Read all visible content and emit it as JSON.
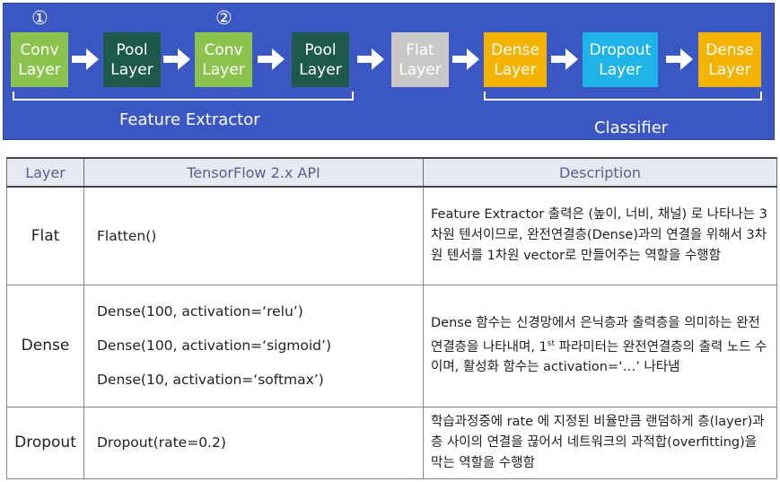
{
  "diagram": {
    "steps": [
      {
        "line1": "Conv",
        "line2": "Layer",
        "color": "#8cc34f"
      },
      {
        "line1": "Pool",
        "line2": "Layer",
        "color": "#1e5a4a"
      },
      {
        "line1": "Conv",
        "line2": "Layer",
        "color": "#8cc34f"
      },
      {
        "line1": "Pool",
        "line2": "Layer",
        "color": "#1e5a4a"
      },
      {
        "line1": "Flat",
        "line2": "Layer",
        "color": "#c8c8c8"
      },
      {
        "line1": "Dense",
        "line2": "Layer",
        "color": "#f5b301"
      },
      {
        "line1": "Dropout",
        "line2": "Layer",
        "color": "#1fb3e8"
      },
      {
        "line1": "Dense",
        "line2": "Layer",
        "color": "#f5b301"
      }
    ],
    "marker_1": "①",
    "marker_2": "②",
    "feature_extractor_label": "Feature Extractor",
    "classifier_label": "Classifier"
  },
  "table": {
    "headers": {
      "layer": "Layer",
      "api": "TensorFlow 2.x  API",
      "description": "Description"
    },
    "rows": [
      {
        "layer": "Flat",
        "api": [
          "Flatten()"
        ],
        "description": "Feature Extractor 출력은 (높이, 너비, 채널) 로 나타나는 3차원 텐서이므로, 완전연결층(Dense)과의 연결을 위해서 3차원 텐서를 1차원 vector로 만들어주는 역할을 수행함"
      },
      {
        "layer": "Dense",
        "api": [
          "Dense(100, activation=‘relu’)",
          "Dense(100, activation=‘sigmoid’)",
          "Dense(10, activation=‘softmax’)"
        ],
        "description_a": "Dense 함수는 신경망에서 은닉층과 출력층을 의미하는 완전연결층을 나타내며, 1",
        "description_sup": "st",
        "description_b": " 파라미터는 완전연결층의 출력 노드 수 이며, 활성화 함수는 activation=‘…’ 나타냄"
      },
      {
        "layer": "Dropout",
        "api": [
          "Dropout(rate=0.2)"
        ],
        "description": "학습과정중에 rate 에 지정된 비율만큼  랜덤하게 층(layer)과 층 사이의 연결을 끊어서 네트워크의 과적합(overfitting)을 막는 역할을 수행함"
      }
    ]
  }
}
